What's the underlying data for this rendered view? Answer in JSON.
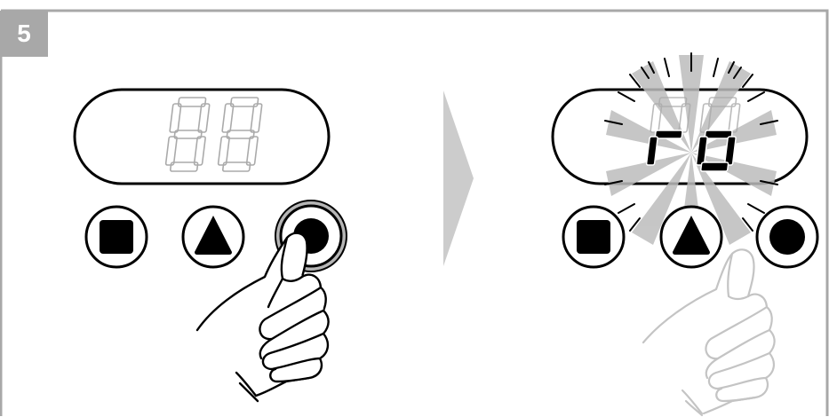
{
  "step": {
    "number": "5"
  },
  "before": {
    "display_text": "88",
    "display_state": "blank-unlit",
    "buttons": [
      {
        "icon": "square",
        "state": "idle"
      },
      {
        "icon": "triangle-up",
        "state": "idle"
      },
      {
        "icon": "circle",
        "state": "pressed"
      }
    ]
  },
  "after": {
    "display_text": "ro",
    "display_state": "flashing",
    "buttons": [
      {
        "icon": "square",
        "state": "idle"
      },
      {
        "icon": "triangle-up",
        "state": "idle"
      },
      {
        "icon": "circle",
        "state": "released"
      }
    ]
  },
  "colors": {
    "frame": "#a8a8a8",
    "ink": "#000000",
    "unlit_segment": "#aaaaaa",
    "highlight": "#bdbdbd",
    "arrow": "#cccccc"
  }
}
